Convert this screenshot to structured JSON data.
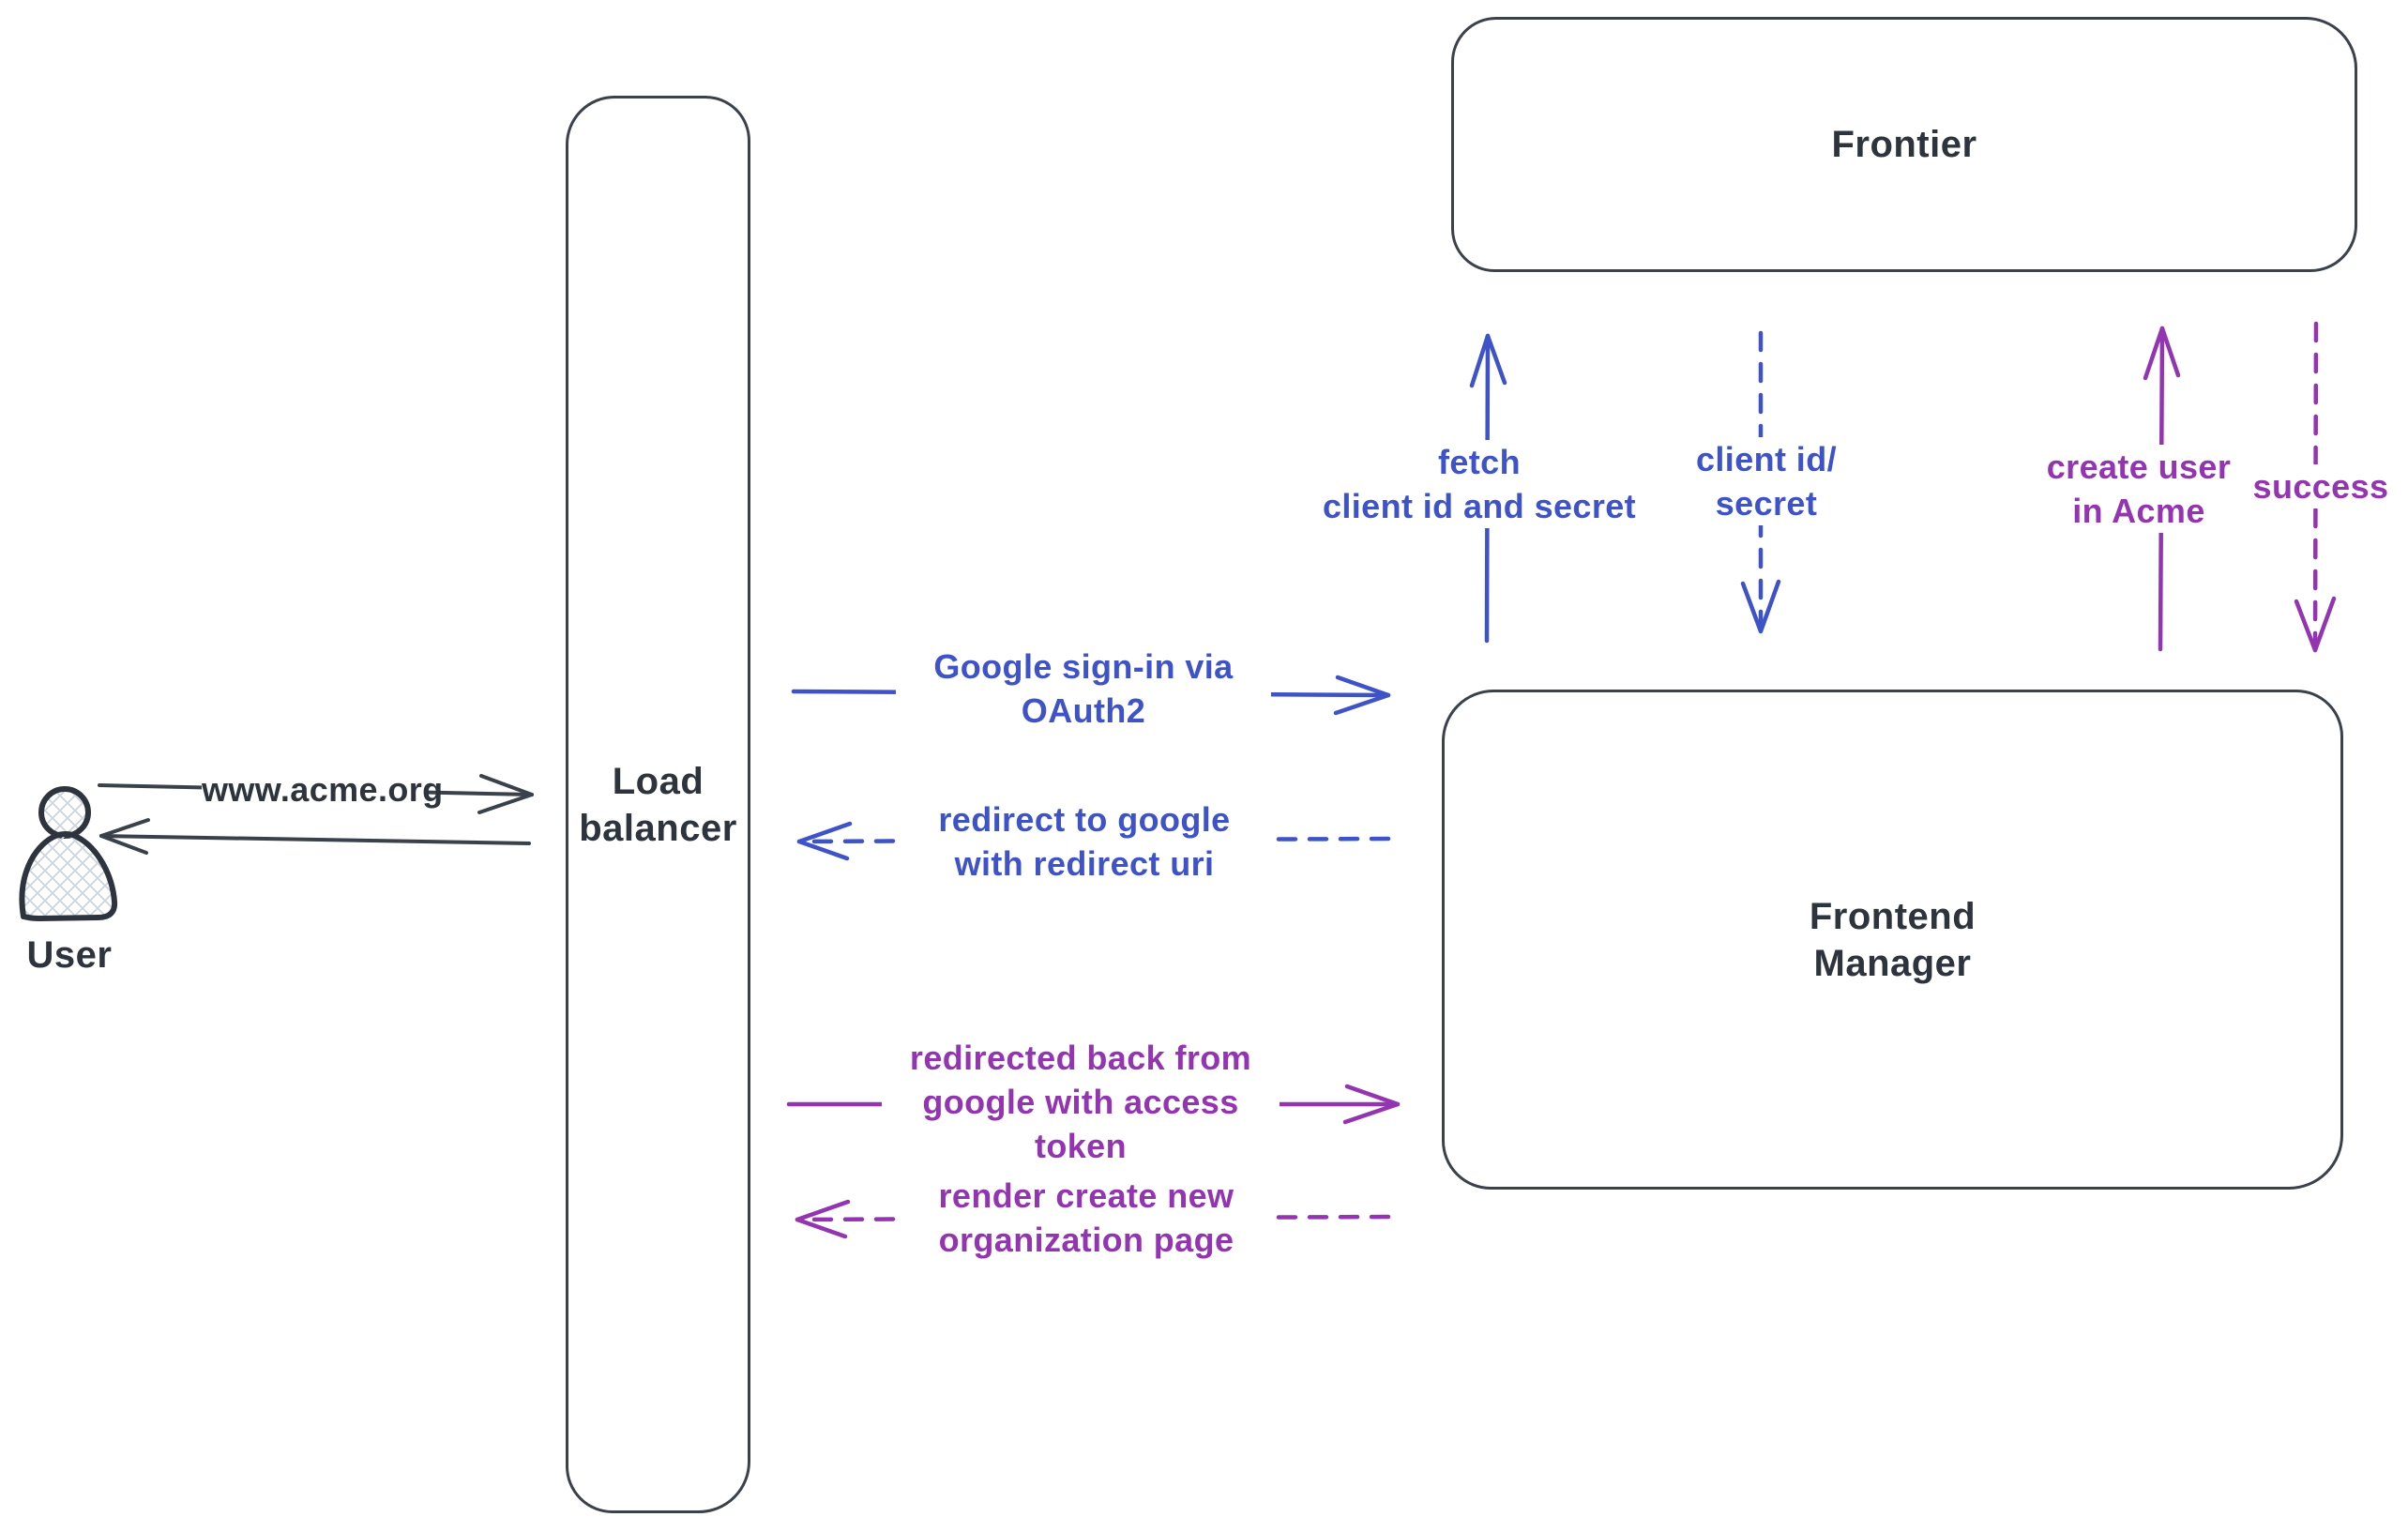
{
  "diagram": {
    "kind": "hand-drawn flow diagram",
    "background": "#ffffff"
  },
  "palette": {
    "ink": "#3a414b",
    "text": "#2e343d",
    "blue": "#3e53c8",
    "purple": "#9334b0",
    "hatch_fill": "#ccd4de"
  },
  "nodes": {
    "user": {
      "label": "User",
      "icon": "person-icon"
    },
    "load_balancer": {
      "label": "Load\nbalancer"
    },
    "frontier": {
      "label": "Frontier"
    },
    "frontend_manager": {
      "label": "Frontend\nManager"
    }
  },
  "edges": [
    {
      "id": "user-request",
      "from": "User",
      "to": "Load balancer",
      "label": "www.acme.org",
      "line": "solid",
      "color": "ink"
    },
    {
      "id": "user-response",
      "from": "Load balancer",
      "to": "User",
      "label": "",
      "line": "solid",
      "color": "ink"
    },
    {
      "id": "google-sign-in",
      "from": "Load balancer",
      "to": "Frontend Manager",
      "label": "Google sign-in via\nOAuth2",
      "line": "solid",
      "color": "blue"
    },
    {
      "id": "redirect-to-google",
      "from": "Frontend Manager",
      "to": "Load balancer",
      "label": "redirect to google\nwith redirect uri",
      "line": "dashed",
      "color": "blue"
    },
    {
      "id": "fetch-client-id",
      "from": "Frontend Manager",
      "to": "Frontier",
      "label": "fetch\nclient id and secret",
      "line": "solid",
      "color": "blue"
    },
    {
      "id": "client-id-secret",
      "from": "Frontier",
      "to": "Frontend Manager",
      "label": "client id/\nsecret",
      "line": "dashed",
      "color": "blue"
    },
    {
      "id": "redirected-back",
      "from": "Load balancer",
      "to": "Frontend Manager",
      "label": "redirected back from\ngoogle with access\ntoken",
      "line": "solid",
      "color": "purple"
    },
    {
      "id": "render-org-page",
      "from": "Frontend Manager",
      "to": "Load balancer",
      "label": "render create new\norganization page",
      "line": "dashed",
      "color": "purple"
    },
    {
      "id": "create-user",
      "from": "Frontend Manager",
      "to": "Frontier",
      "label": "create user\nin Acme",
      "line": "solid",
      "color": "purple"
    },
    {
      "id": "success",
      "from": "Frontier",
      "to": "Frontend Manager",
      "label": "success",
      "line": "dashed",
      "color": "purple"
    }
  ]
}
